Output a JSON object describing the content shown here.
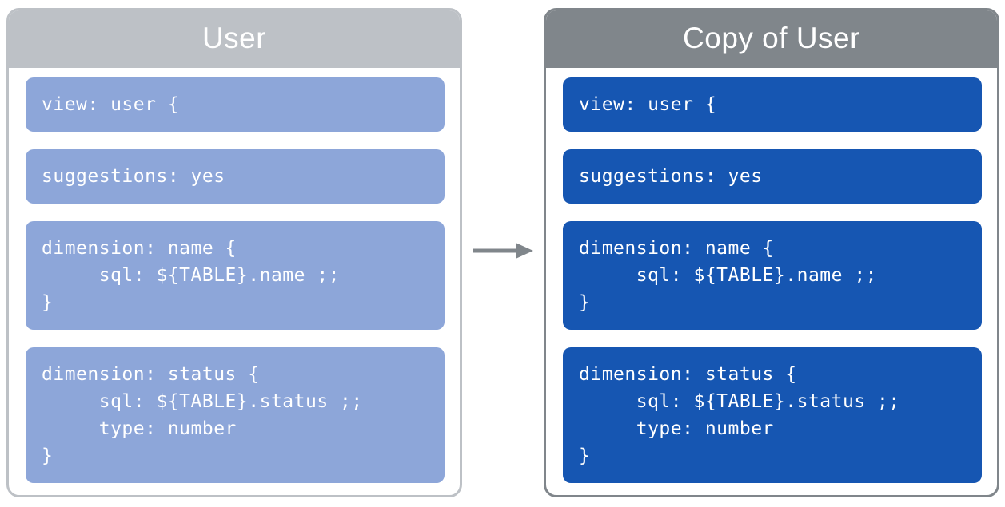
{
  "colors": {
    "light_header": "#BDC1C6",
    "dark_header": "#80868B",
    "light_block": "#8DA6D9",
    "dark_block": "#1656B2",
    "arrow": "#80868B",
    "text_on_blocks": "#FFFFFF"
  },
  "arrow": {
    "direction": "right",
    "color": "#80868B"
  },
  "panels": [
    {
      "title": "User",
      "header_color": "#BDC1C6",
      "border_color": "#BDC1C6",
      "block_color": "#8DA6D9",
      "blocks": [
        "view: user {",
        "suggestions: yes",
        "dimension: name {\n     sql: ${TABLE}.name ;;\n}",
        "dimension: status {\n     sql: ${TABLE}.status ;;\n     type: number\n}"
      ]
    },
    {
      "title": "Copy of User",
      "header_color": "#80868B",
      "border_color": "#80868B",
      "block_color": "#1656B2",
      "blocks": [
        "view: user {",
        "suggestions: yes",
        "dimension: name {\n     sql: ${TABLE}.name ;;\n}",
        "dimension: status {\n     sql: ${TABLE}.status ;;\n     type: number\n}"
      ]
    }
  ]
}
